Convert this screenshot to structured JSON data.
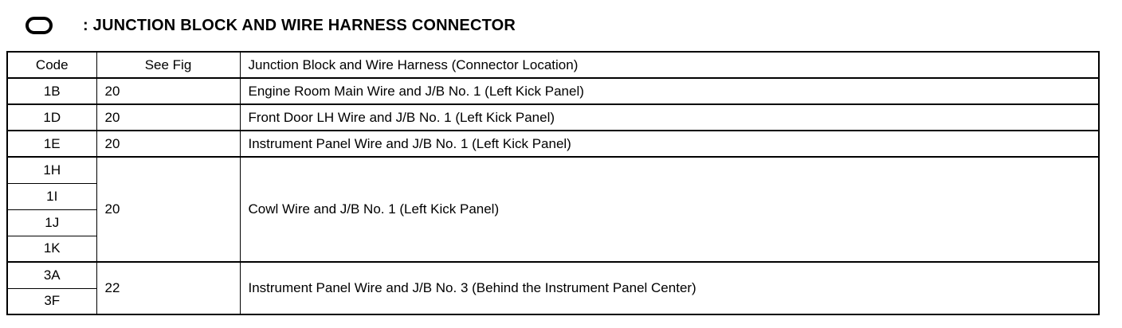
{
  "header": {
    "symbol_icon": "rounded-rectangle-connector-symbol",
    "title": ": JUNCTION BLOCK AND WIRE HARNESS CONNECTOR"
  },
  "table": {
    "columns": [
      "Code",
      "See Fig",
      "Junction Block and Wire Harness (Connector Location)"
    ],
    "groups": [
      {
        "codes": [
          "1B"
        ],
        "fig": "20",
        "location": "Engine Room Main Wire and J/B No. 1 (Left Kick Panel)"
      },
      {
        "codes": [
          "1D"
        ],
        "fig": "20",
        "location": "Front Door LH Wire and J/B No. 1 (Left Kick Panel)"
      },
      {
        "codes": [
          "1E"
        ],
        "fig": "20",
        "location": "Instrument Panel Wire and J/B No. 1 (Left Kick Panel)"
      },
      {
        "codes": [
          "1H",
          "1I",
          "1J",
          "1K"
        ],
        "fig": "20",
        "location": "Cowl Wire and J/B No. 1 (Left Kick Panel)"
      },
      {
        "codes": [
          "3A",
          "3F"
        ],
        "fig": "22",
        "location": "Instrument Panel Wire and J/B No. 3 (Behind the Instrument Panel Center)"
      }
    ]
  }
}
